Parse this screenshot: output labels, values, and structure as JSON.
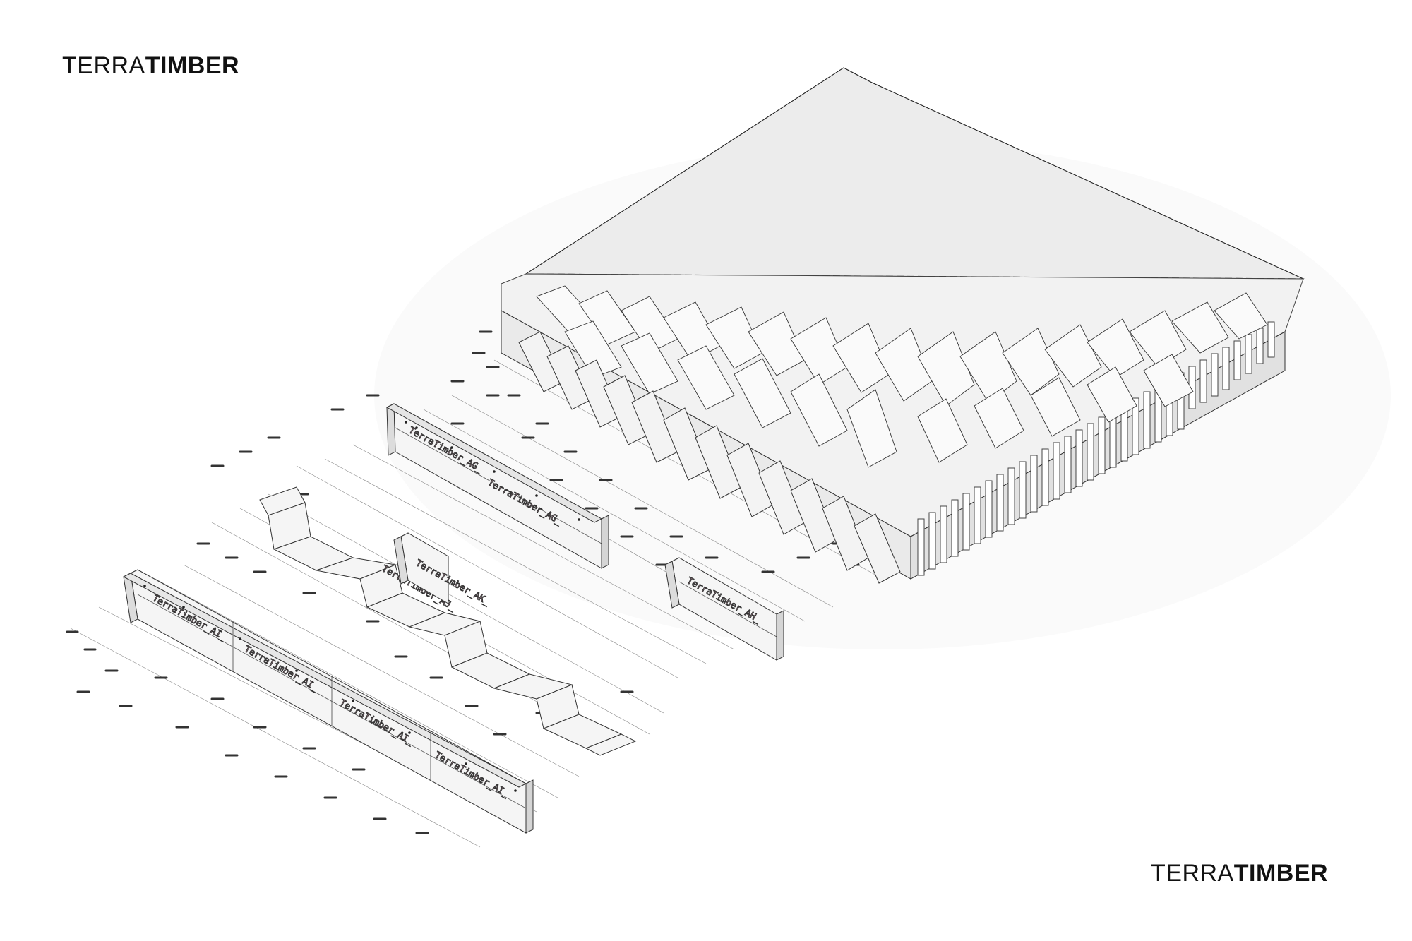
{
  "logos": {
    "top": {
      "light": "TERRA",
      "bold": "TIMBER"
    },
    "bottom": {
      "light": "TERRA",
      "bold": "TIMBER"
    }
  },
  "panel_labels": [
    "TerraTimber_AI_",
    "TerraTimber_AK_",
    "TerraTimber_AJ_",
    "TerraTimber_AG_",
    "TerraTimber_AH_"
  ],
  "colors": {
    "line": "#333333",
    "face_light": "#f4f4f4",
    "face_mid": "#e8e8e8",
    "face_dark": "#d9d9d9",
    "roof": "#ebebeb",
    "label": "#d9a6b6"
  }
}
